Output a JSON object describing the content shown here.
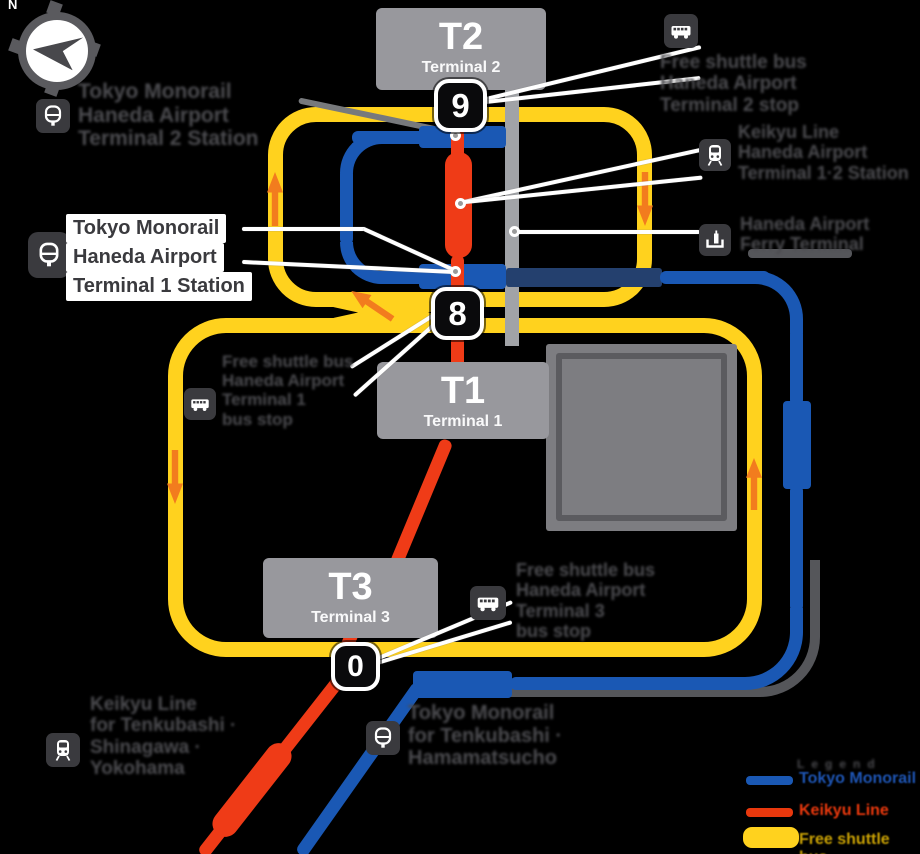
{
  "compass": {
    "north": "N"
  },
  "terminals": {
    "t2": {
      "code": "T2",
      "name": "Terminal 2"
    },
    "t1": {
      "code": "T1",
      "name": "Terminal 1"
    },
    "t3": {
      "code": "T3",
      "name": "Terminal 3"
    }
  },
  "bus_stops": {
    "t2": "9",
    "t1": "8",
    "t3": "0"
  },
  "highlight_label": {
    "line1": "Tokyo Monorail",
    "line2": "Haneda Airport",
    "line3": "Terminal 1 Station"
  },
  "labels": {
    "monorail_t2": {
      "line1": "Tokyo Monorail",
      "line2": "Haneda Airport",
      "line3": "Terminal 2 Station"
    },
    "shuttle_t2": {
      "line1": "Free shuttle bus",
      "line2": "Haneda Airport",
      "line3": "Terminal 2 stop"
    },
    "keikyu_t12": {
      "line1": "Keikyu Line",
      "line2": "Haneda Airport",
      "line3": "Terminal 1·2 Station"
    },
    "ferry": {
      "line1": "Haneda Airport",
      "line2": "Ferry Terminal"
    },
    "shuttle_t1": {
      "line1": "Free shuttle bus",
      "line2": "Haneda Airport",
      "line3": "Terminal 1",
      "line4": "bus stop"
    },
    "shuttle_t3": {
      "line1": "Free shuttle bus",
      "line2": "Haneda Airport",
      "line3": "Terminal 3",
      "line4": "bus stop"
    },
    "monorail_out": {
      "line1": "Tokyo Monorail",
      "line2": "for Tenkubashi ·",
      "line3": "Hamamatsucho"
    },
    "keikyu_out": {
      "line1": "Keikyu Line",
      "line2": "for Tenkubashi ·",
      "line3": "Shinagawa ·",
      "line4": "Yokohama"
    }
  },
  "legend": {
    "title": "Legend",
    "items": [
      {
        "label": "Tokyo Monorail",
        "color": "#1E55B4"
      },
      {
        "label": "Keikyu Line",
        "color": "#E8380D"
      },
      {
        "label": "Free shuttle bus",
        "color": "#C9A104",
        "band_color": "#FFD21E"
      }
    ]
  }
}
